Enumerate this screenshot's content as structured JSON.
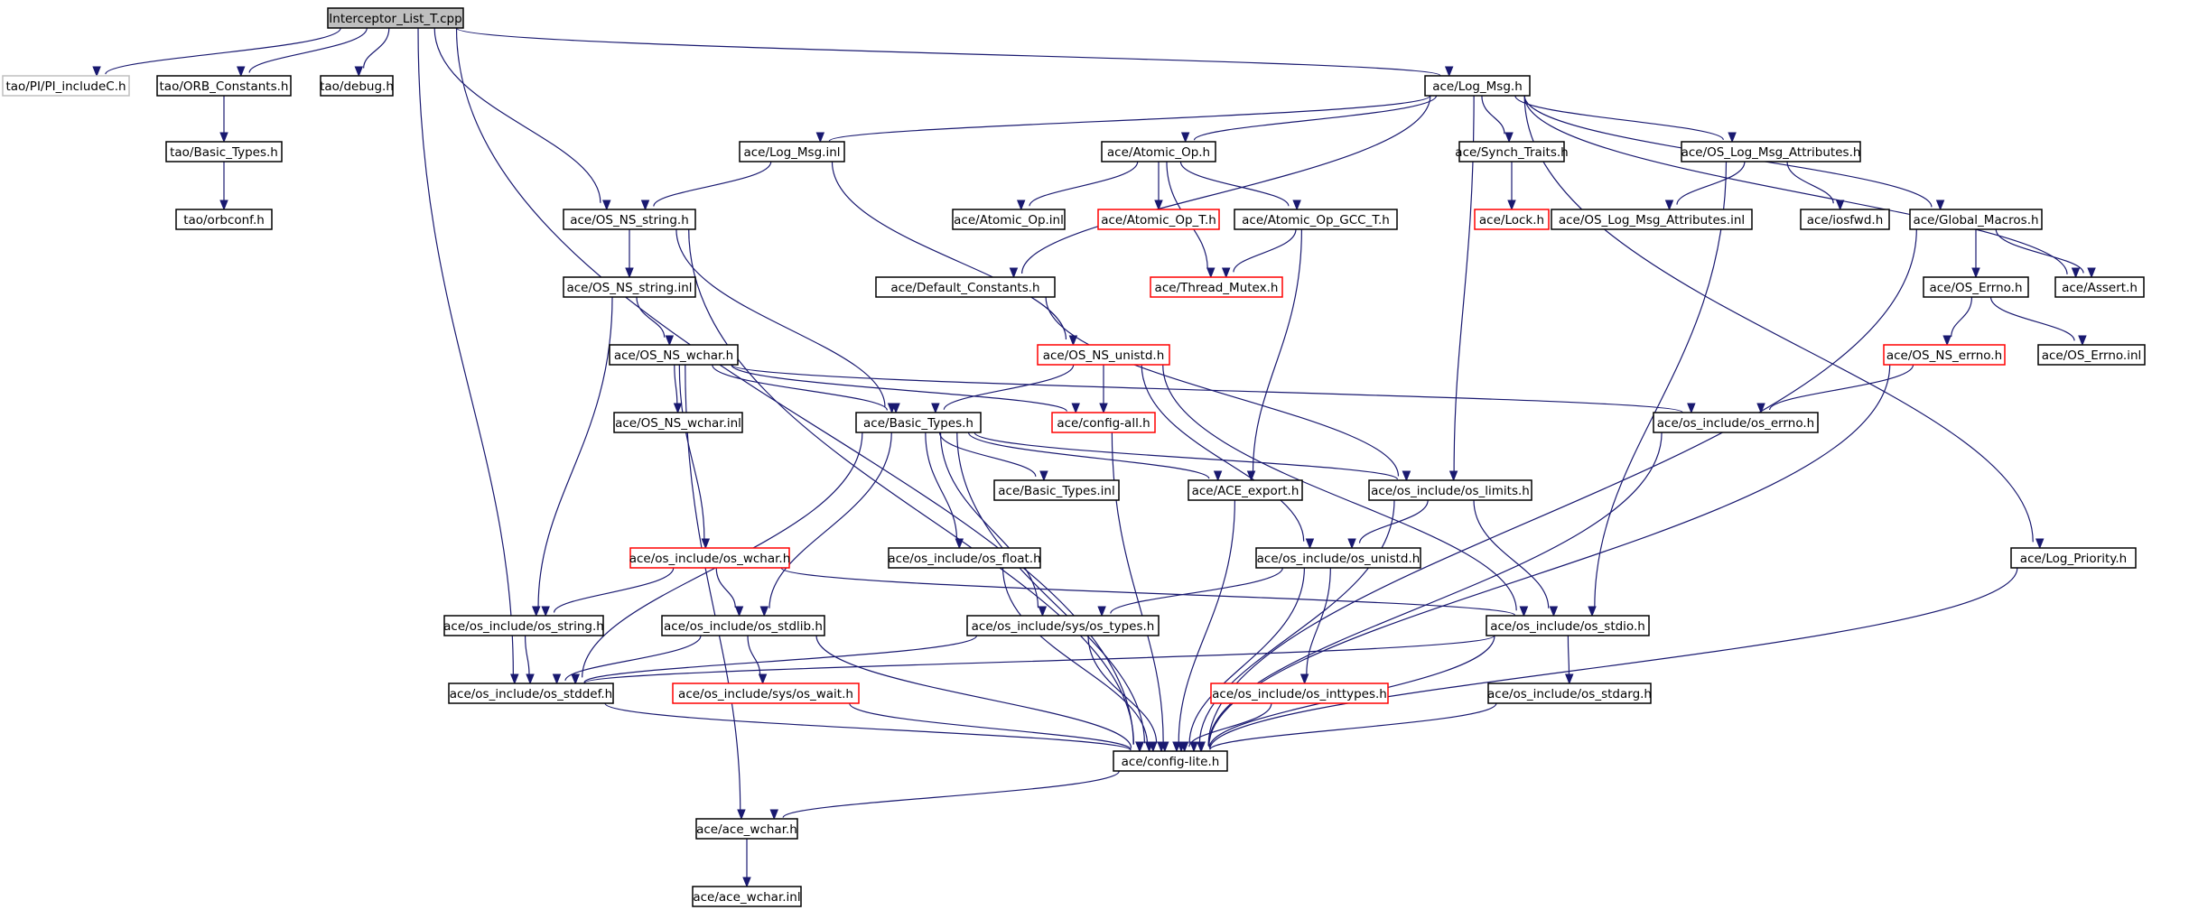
{
  "graph": {
    "nodes": {
      "root": {
        "label": "Interceptor_List_T.cpp",
        "style": "root"
      },
      "pi_includeC": {
        "label": "tao/PI/PI_includeC.h",
        "style": "gray"
      },
      "orb_constants": {
        "label": "tao/ORB_Constants.h",
        "style": "normal"
      },
      "tao_debug": {
        "label": "tao/debug.h",
        "style": "normal"
      },
      "tao_basic_types": {
        "label": "tao/Basic_Types.h",
        "style": "normal"
      },
      "tao_orbconf": {
        "label": "tao/orbconf.h",
        "style": "normal"
      },
      "log_msg_h": {
        "label": "ace/Log_Msg.h",
        "style": "normal"
      },
      "log_msg_inl": {
        "label": "ace/Log_Msg.inl",
        "style": "normal"
      },
      "atomic_op_h": {
        "label": "ace/Atomic_Op.h",
        "style": "normal"
      },
      "synch_traits": {
        "label": "ace/Synch_Traits.h",
        "style": "normal"
      },
      "os_log_msg_attr": {
        "label": "ace/OS_Log_Msg_Attributes.h",
        "style": "normal"
      },
      "os_ns_string_h": {
        "label": "ace/OS_NS_string.h",
        "style": "normal"
      },
      "atomic_op_inl": {
        "label": "ace/Atomic_Op.inl",
        "style": "normal"
      },
      "atomic_op_t": {
        "label": "ace/Atomic_Op_T.h",
        "style": "red"
      },
      "atomic_op_gcc": {
        "label": "ace/Atomic_Op_GCC_T.h",
        "style": "normal"
      },
      "lock_h": {
        "label": "ace/Lock.h",
        "style": "red"
      },
      "os_log_msg_attr_inl": {
        "label": "ace/OS_Log_Msg_Attributes.inl",
        "style": "normal"
      },
      "iosfwd": {
        "label": "ace/iosfwd.h",
        "style": "normal"
      },
      "global_macros": {
        "label": "ace/Global_Macros.h",
        "style": "normal"
      },
      "os_ns_string_inl": {
        "label": "ace/OS_NS_string.inl",
        "style": "normal"
      },
      "default_constants": {
        "label": "ace/Default_Constants.h",
        "style": "normal"
      },
      "thread_mutex": {
        "label": "ace/Thread_Mutex.h",
        "style": "red"
      },
      "os_errno_h": {
        "label": "ace/OS_Errno.h",
        "style": "normal"
      },
      "assert_h": {
        "label": "ace/Assert.h",
        "style": "normal"
      },
      "os_ns_wchar_h": {
        "label": "ace/OS_NS_wchar.h",
        "style": "normal"
      },
      "os_ns_unistd": {
        "label": "ace/OS_NS_unistd.h",
        "style": "red"
      },
      "os_ns_errno": {
        "label": "ace/OS_NS_errno.h",
        "style": "red"
      },
      "os_errno_inl": {
        "label": "ace/OS_Errno.inl",
        "style": "normal"
      },
      "os_ns_wchar_inl": {
        "label": "ace/OS_NS_wchar.inl",
        "style": "normal"
      },
      "basic_types_h": {
        "label": "ace/Basic_Types.h",
        "style": "normal"
      },
      "config_all": {
        "label": "ace/config-all.h",
        "style": "red"
      },
      "os_include_errno": {
        "label": "ace/os_include/os_errno.h",
        "style": "normal"
      },
      "basic_types_inl": {
        "label": "ace/Basic_Types.inl",
        "style": "normal"
      },
      "ace_export": {
        "label": "ace/ACE_export.h",
        "style": "normal"
      },
      "os_limits": {
        "label": "ace/os_include/os_limits.h",
        "style": "normal"
      },
      "os_include_wchar": {
        "label": "ace/os_include/os_wchar.h",
        "style": "red"
      },
      "os_float": {
        "label": "ace/os_include/os_float.h",
        "style": "normal"
      },
      "os_include_unistd": {
        "label": "ace/os_include/os_unistd.h",
        "style": "normal"
      },
      "log_priority": {
        "label": "ace/Log_Priority.h",
        "style": "normal"
      },
      "os_include_string": {
        "label": "ace/os_include/os_string.h",
        "style": "normal"
      },
      "os_stdlib": {
        "label": "ace/os_include/os_stdlib.h",
        "style": "normal"
      },
      "sys_os_types": {
        "label": "ace/os_include/sys/os_types.h",
        "style": "normal"
      },
      "os_stdio": {
        "label": "ace/os_include/os_stdio.h",
        "style": "normal"
      },
      "os_stddef": {
        "label": "ace/os_include/os_stddef.h",
        "style": "normal"
      },
      "sys_os_wait": {
        "label": "ace/os_include/sys/os_wait.h",
        "style": "red"
      },
      "os_inttypes": {
        "label": "ace/os_include/os_inttypes.h",
        "style": "red"
      },
      "os_stdarg": {
        "label": "ace/os_include/os_stdarg.h",
        "style": "normal"
      },
      "config_lite": {
        "label": "ace/config-lite.h",
        "style": "normal"
      },
      "ace_wchar_h": {
        "label": "ace/ace_wchar.h",
        "style": "normal"
      },
      "ace_wchar_inl": {
        "label": "ace/ace_wchar.inl",
        "style": "normal"
      }
    },
    "edges": [
      [
        "root",
        "pi_includeC"
      ],
      [
        "root",
        "orb_constants"
      ],
      [
        "root",
        "tao_debug"
      ],
      [
        "root",
        "log_msg_h"
      ],
      [
        "root",
        "os_ns_string_h"
      ],
      [
        "root",
        "os_stddef"
      ],
      [
        "root",
        "config_lite"
      ],
      [
        "orb_constants",
        "tao_basic_types"
      ],
      [
        "tao_basic_types",
        "tao_orbconf"
      ],
      [
        "log_msg_h",
        "log_msg_inl"
      ],
      [
        "log_msg_h",
        "atomic_op_h"
      ],
      [
        "log_msg_h",
        "synch_traits"
      ],
      [
        "log_msg_h",
        "os_log_msg_attr"
      ],
      [
        "log_msg_h",
        "default_constants"
      ],
      [
        "log_msg_h",
        "global_macros"
      ],
      [
        "log_msg_h",
        "assert_h"
      ],
      [
        "log_msg_h",
        "os_limits"
      ],
      [
        "log_msg_h",
        "log_priority"
      ],
      [
        "log_msg_inl",
        "os_ns_string_h"
      ],
      [
        "log_msg_inl",
        "os_ns_unistd"
      ],
      [
        "atomic_op_h",
        "atomic_op_inl"
      ],
      [
        "atomic_op_h",
        "atomic_op_t"
      ],
      [
        "atomic_op_h",
        "atomic_op_gcc"
      ],
      [
        "atomic_op_h",
        "thread_mutex"
      ],
      [
        "atomic_op_gcc",
        "thread_mutex"
      ],
      [
        "atomic_op_gcc",
        "ace_export"
      ],
      [
        "synch_traits",
        "lock_h"
      ],
      [
        "os_log_msg_attr",
        "os_log_msg_attr_inl"
      ],
      [
        "os_log_msg_attr",
        "iosfwd"
      ],
      [
        "os_log_msg_attr",
        "os_stdio"
      ],
      [
        "global_macros",
        "os_errno_h"
      ],
      [
        "global_macros",
        "assert_h"
      ],
      [
        "global_macros",
        "config_lite"
      ],
      [
        "os_errno_h",
        "os_ns_errno"
      ],
      [
        "os_errno_h",
        "os_errno_inl"
      ],
      [
        "os_ns_errno",
        "os_include_errno"
      ],
      [
        "os_ns_errno",
        "config_lite"
      ],
      [
        "os_ns_string_h",
        "os_ns_string_inl"
      ],
      [
        "os_ns_string_h",
        "basic_types_h"
      ],
      [
        "os_ns_string_h",
        "config_lite"
      ],
      [
        "os_ns_string_inl",
        "os_ns_wchar_h"
      ],
      [
        "os_ns_string_inl",
        "os_include_string"
      ],
      [
        "os_ns_wchar_h",
        "os_ns_wchar_inl"
      ],
      [
        "os_ns_wchar_h",
        "basic_types_h"
      ],
      [
        "os_ns_wchar_h",
        "config_all"
      ],
      [
        "os_ns_wchar_h",
        "os_include_errno"
      ],
      [
        "os_ns_wchar_h",
        "os_include_wchar"
      ],
      [
        "os_ns_wchar_h",
        "ace_wchar_h"
      ],
      [
        "default_constants",
        "os_limits"
      ],
      [
        "os_ns_unistd",
        "basic_types_h"
      ],
      [
        "os_ns_unistd",
        "config_all"
      ],
      [
        "os_ns_unistd",
        "os_include_unistd"
      ],
      [
        "os_ns_unistd",
        "os_stdio"
      ],
      [
        "config_all",
        "config_lite"
      ],
      [
        "os_include_errno",
        "config_lite"
      ],
      [
        "basic_types_h",
        "basic_types_inl"
      ],
      [
        "basic_types_h",
        "ace_export"
      ],
      [
        "basic_types_h",
        "os_limits"
      ],
      [
        "basic_types_h",
        "os_float"
      ],
      [
        "basic_types_h",
        "os_stdlib"
      ],
      [
        "basic_types_h",
        "sys_os_types"
      ],
      [
        "basic_types_h",
        "os_stddef"
      ],
      [
        "basic_types_h",
        "config_lite"
      ],
      [
        "ace_export",
        "config_lite"
      ],
      [
        "os_limits",
        "os_include_unistd"
      ],
      [
        "os_limits",
        "os_stdio"
      ],
      [
        "os_limits",
        "config_lite"
      ],
      [
        "os_include_wchar",
        "os_include_string"
      ],
      [
        "os_include_wchar",
        "os_stdlib"
      ],
      [
        "os_include_wchar",
        "os_stdio"
      ],
      [
        "os_float",
        "config_lite"
      ],
      [
        "os_include_unistd",
        "sys_os_types"
      ],
      [
        "os_include_unistd",
        "os_inttypes"
      ],
      [
        "os_include_unistd",
        "config_lite"
      ],
      [
        "log_priority",
        "config_lite"
      ],
      [
        "os_include_string",
        "os_stddef"
      ],
      [
        "os_stdlib",
        "os_stddef"
      ],
      [
        "os_stdlib",
        "sys_os_wait"
      ],
      [
        "os_stdlib",
        "config_lite"
      ],
      [
        "sys_os_types",
        "os_stddef"
      ],
      [
        "sys_os_types",
        "config_lite"
      ],
      [
        "os_stdio",
        "os_stdarg"
      ],
      [
        "os_stdio",
        "os_stddef"
      ],
      [
        "os_stdio",
        "config_lite"
      ],
      [
        "os_stddef",
        "config_lite"
      ],
      [
        "sys_os_wait",
        "config_lite"
      ],
      [
        "os_inttypes",
        "config_lite"
      ],
      [
        "os_stdarg",
        "config_lite"
      ],
      [
        "config_lite",
        "ace_wchar_h"
      ],
      [
        "ace_wchar_h",
        "ace_wchar_inl"
      ]
    ]
  }
}
